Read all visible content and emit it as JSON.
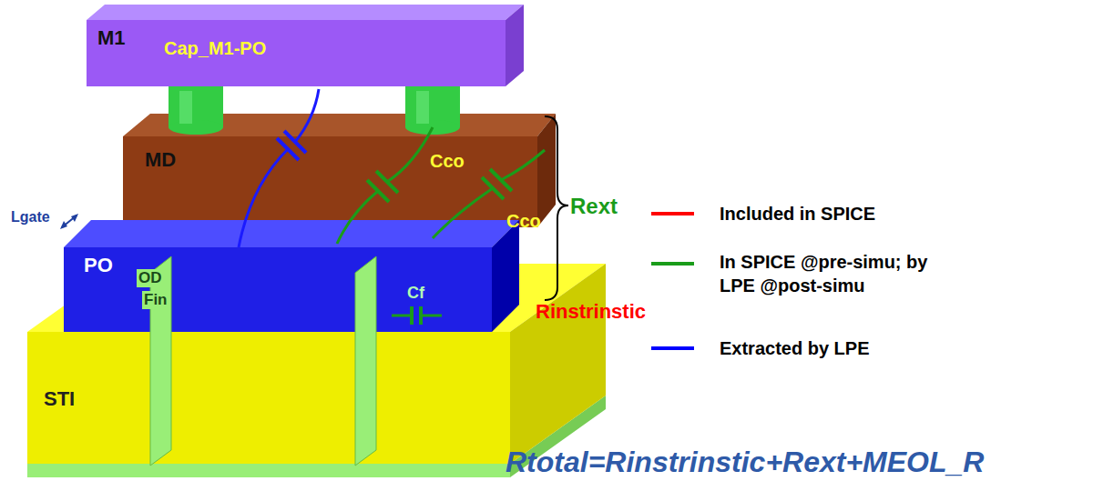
{
  "diagram": {
    "nodes": [
      {
        "text": [
          "M1"
        ]
      },
      {
        "text": [
          "MD"
        ]
      },
      {
        "text": [
          "PO"
        ]
      },
      {
        "text": [
          "STI"
        ]
      }
    ],
    "labels": [
      "Cap_M1-PO",
      "Cco",
      "Cco",
      "Lgate",
      "OD",
      "Fin",
      "Cf",
      "Rext",
      "Rinstrinstic",
      "Rtotal=Rinstrinstic+Rext+MEOL_R"
    ],
    "legend": [
      {
        "text": "Included in SPICE"
      },
      {
        "text": "In SPICE @pre-simu; by LPE @post-simu"
      },
      {
        "text": "Extracted by LPE"
      }
    ]
  }
}
